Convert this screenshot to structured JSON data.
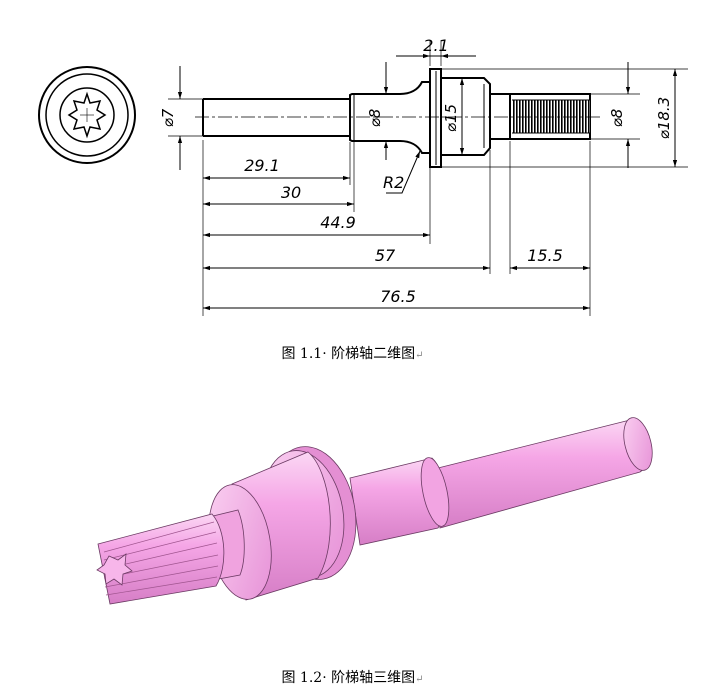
{
  "drawing": {
    "dimensions": {
      "d_left_shaft": "⌀7",
      "d_groove": "⌀8",
      "d_flange": "⌀15",
      "d_spline": "⌀8",
      "d_outer": "⌀18.3",
      "w_flange": "2.1",
      "radius": "R2",
      "len_29_1": "29.1",
      "len_30": "30",
      "len_44_9": "44.9",
      "len_57": "57",
      "len_15_5": "15.5",
      "len_76_5": "76.5"
    },
    "model_color": "#f7a8e8"
  },
  "captions": {
    "fig1": "图 1.1· 阶梯轴二维图",
    "fig2": "图 1.2· 阶梯轴三维图",
    "return_mark": "↵"
  }
}
